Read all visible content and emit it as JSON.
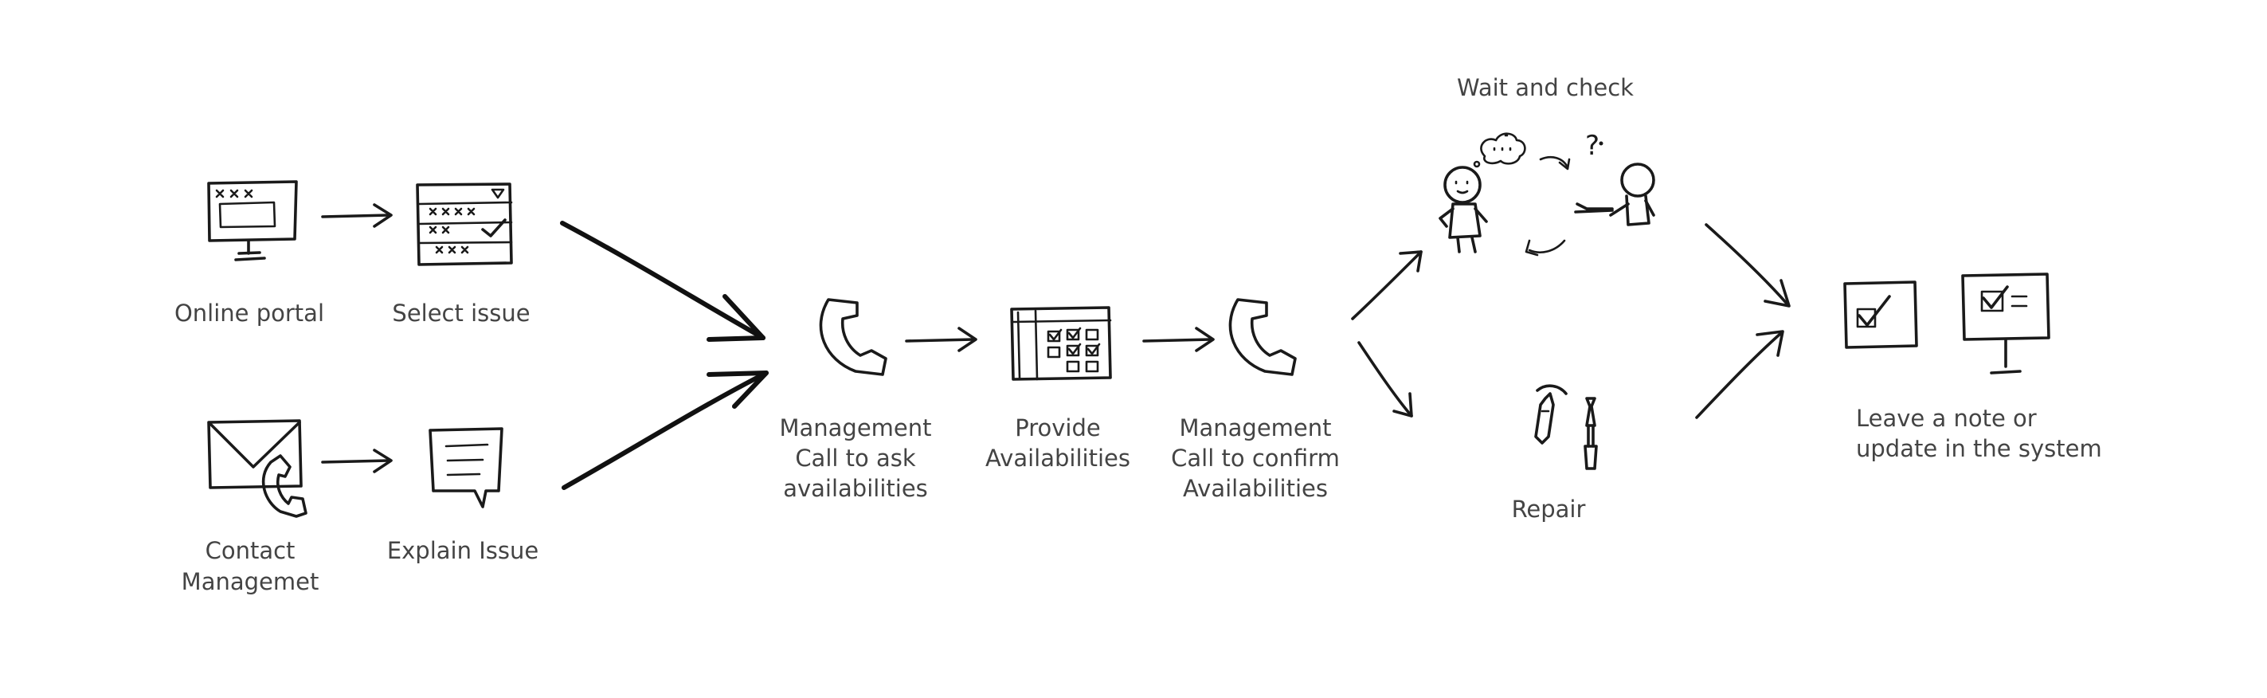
{
  "labels": {
    "online_portal": "Online portal",
    "select_issue": "Select issue",
    "contact_management": [
      "Contact",
      "Managemet"
    ],
    "explain_issue": "Explain Issue",
    "management_call_ask": [
      "Management",
      "Call to ask",
      "availabilities"
    ],
    "provide_availabilities": [
      "Provide",
      "Availabilities"
    ],
    "management_call_confirm": [
      "Management",
      "Call to confirm",
      "Availabilities"
    ],
    "wait_and_check": "Wait and check",
    "repair": "Repair",
    "leave_note": [
      "Leave a note or",
      "update in the system"
    ]
  },
  "icons": {
    "online_portal": "computer-monitor-icon",
    "select_issue": "checklist-icon",
    "contact_management": "envelope-phone-icon",
    "explain_issue": "speech-bubble-icon",
    "management_call_ask": "phone-icon",
    "provide_availabilities": "calendar-icon",
    "management_call_confirm": "phone-icon",
    "wait_and_check": "people-thinking-icon",
    "repair": "tools-icon",
    "leave_note_checkbox": "checkbox-icon",
    "leave_note_monitor": "monitor-checklist-icon"
  },
  "colors": {
    "ink": "#1a1a1a",
    "label": "#444444",
    "background": "#ffffff"
  }
}
